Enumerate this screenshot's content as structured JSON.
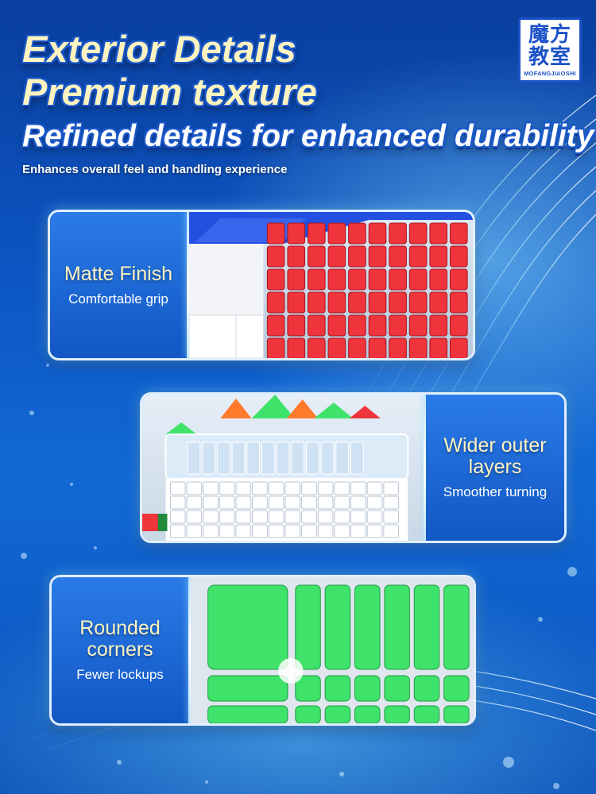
{
  "logo": {
    "line1": "魔方",
    "line2": "教室",
    "caption": "MOFANGJIAOSHI"
  },
  "headline": {
    "line1": "Exterior Details",
    "line2": "Premium texture",
    "line3": "Refined details for enhanced durability",
    "subtitle": "Enhances overall feel and handling experience"
  },
  "features": [
    {
      "title": "Matte Finish",
      "caption": "Comfortable grip"
    },
    {
      "title_line1": "Wider outer",
      "title_line2": "layers",
      "caption": "Smoother turning"
    },
    {
      "title_line1": "Rounded",
      "title_line2": "corners",
      "caption": "Fewer lockups"
    }
  ],
  "colors": {
    "background": "#0d56c4",
    "label_panel": "#1c66d6",
    "title_cream": "#fff3c0",
    "cube_red": "#f0343c",
    "cube_blue": "#2350e0",
    "cube_green": "#3fe36a",
    "cube_white": "#ffffff",
    "cube_orange": "#ff7a2a"
  }
}
